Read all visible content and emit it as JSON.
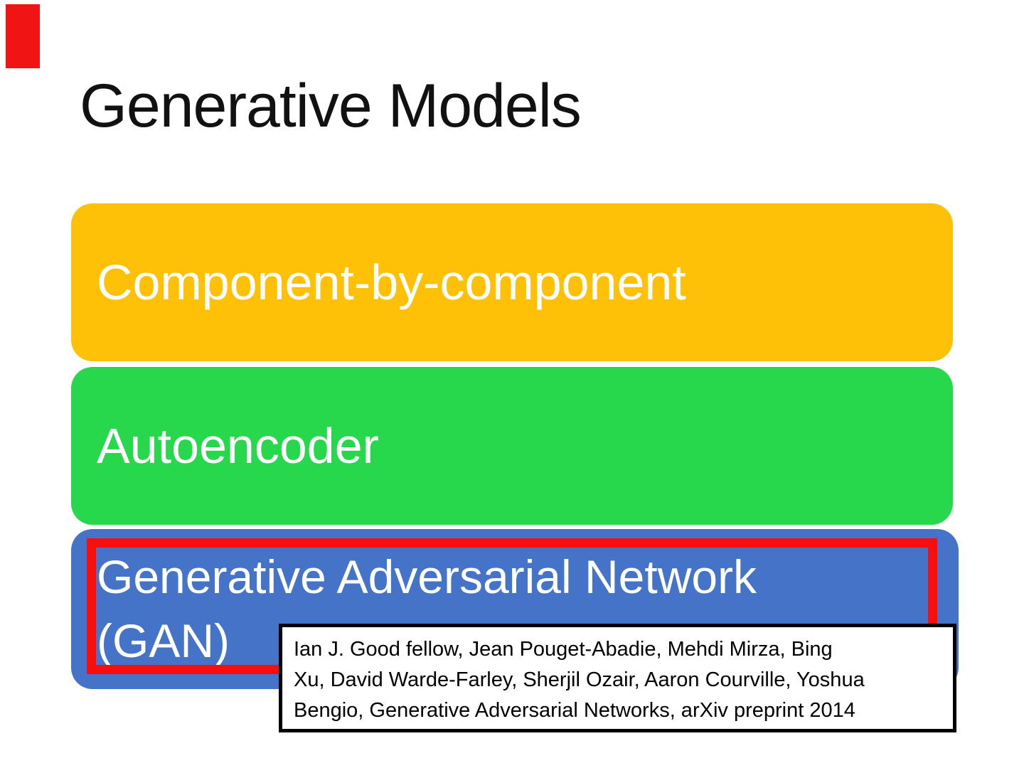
{
  "slide": {
    "title": "Generative Models",
    "corner_accent_color": "#F01414",
    "boxes": [
      {
        "label": "Component-by-component",
        "color": "#FFC008"
      },
      {
        "label": "Autoencoder",
        "color": "#27D84C"
      },
      {
        "label": "Generative Adversarial Network (GAN)",
        "color": "#4573C7",
        "highlight_color": "#FA0D0D"
      }
    ],
    "citation": {
      "lines": [
        "Ian J. Good fellow, Jean Pouget-Abadie, Mehdi Mirza, Bing",
        "Xu, David Warde-Farley, Sherjil Ozair, Aaron Courville, Yoshua",
        "Bengio, Generative Adversarial Networks, arXiv preprint 2014"
      ]
    }
  }
}
